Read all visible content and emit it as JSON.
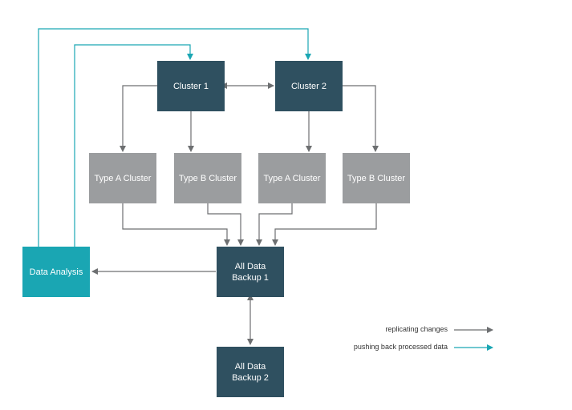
{
  "nodes": {
    "cluster1": "Cluster 1",
    "cluster2": "Cluster 2",
    "type_a_1": "Type A Cluster",
    "type_b_1": "Type B Cluster",
    "type_a_2": "Type A Cluster",
    "type_b_2": "Type B Cluster",
    "backup1": "All Data Backup 1",
    "backup2": "All Data Backup 2",
    "data_analysis": "Data Analysis"
  },
  "legend": {
    "replicating": "replicating changes",
    "pushing_back": "pushing back processed data"
  },
  "colors": {
    "dark_node": "#2f5060",
    "gray_node": "#9b9d9f",
    "teal_node": "#1aa6b3",
    "gray_arrow": "#6d6f71",
    "teal_arrow": "#1aa6b3"
  }
}
